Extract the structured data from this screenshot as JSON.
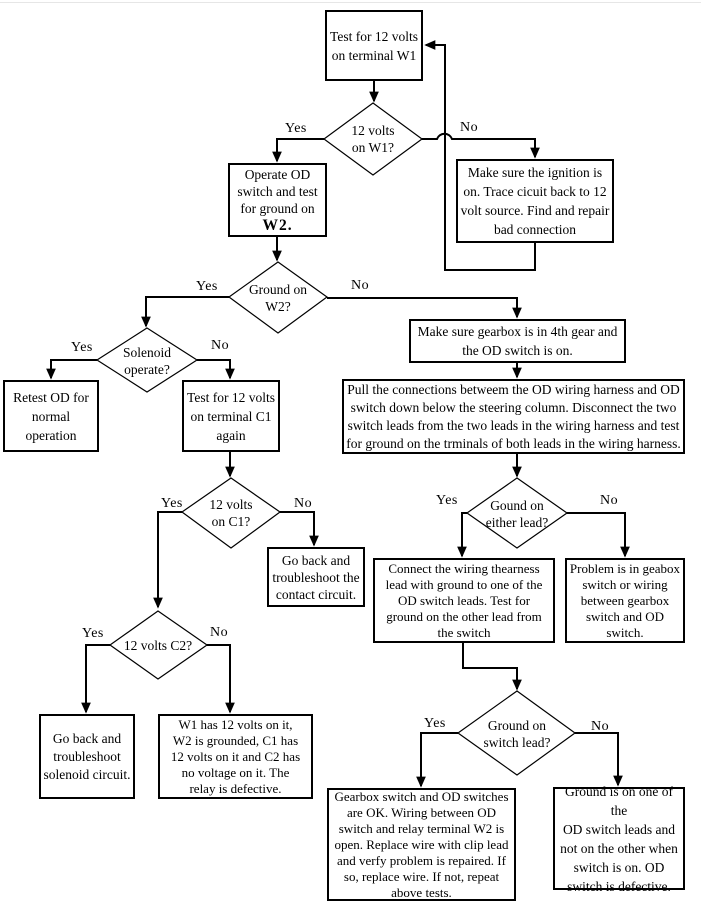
{
  "flowchart": {
    "colors": {
      "line": "#000000",
      "background": "#ffffff",
      "text": "#000000"
    },
    "nodes": {
      "test_w1": {
        "text": "Test for 12 volts\non terminal W1"
      },
      "d_12v_w1": {
        "text": "12 volts\non W1?"
      },
      "operate_od": {
        "text": "Operate OD\nswitch and test\nfor ground on",
        "emphasis": "W2."
      },
      "ignition": {
        "text": "Make sure the ignition is\non. Trace cicuit back to 12\nvolt source.  Find and repair\nbad connection"
      },
      "d_ground_w2": {
        "text": "Ground on\nW2?"
      },
      "d_solenoid": {
        "text": "Solenoid\noperate?"
      },
      "retest_od": {
        "text": "Retest OD for\nnormal\noperation"
      },
      "test_c1": {
        "text": "Test for 12 volts\non terminal C1\nagain"
      },
      "gearbox_4th": {
        "text": "Make sure gearbox is in 4th gear and\nthe OD switch is on."
      },
      "pull_connections": {
        "text": "Pull the connections betweem the OD wiring harness and OD\nswitch down below the steering column.  Disconnect the two\nswitch leads from the two leads in the wiring harness and test\nfor ground on the trminals of both leads in the wiring harness."
      },
      "d_12v_c1": {
        "text": "12 volts\non C1?"
      },
      "contact_circuit": {
        "text": "Go back and\ntroubleshoot the\ncontact circuit."
      },
      "d_ground_either": {
        "text": "Gound on\neither lead?"
      },
      "connect_harness": {
        "text": "Connect the wiring thearness\nlead with ground to one of the\nOD switch leads.  Test for\nground on the other lead from\nthe switch"
      },
      "problem_gearbox": {
        "text": "Problem is in geabox\nswitch or wiring\nbetween gearbox\nswitch and OD\nswitch."
      },
      "d_12v_c2": {
        "text": "12 volts C2?"
      },
      "solenoid_circuit": {
        "text": "Go back and\ntroubleshoot\nsolenoid circuit."
      },
      "relay_defective": {
        "text": "W1 has 12 volts on it,\nW2 is grounded, C1 has\n12 volts on it and C2 has\nno voltage on it.   The\nrelay is defective."
      },
      "d_ground_switch": {
        "text": "Ground on\nswitch lead?"
      },
      "gearbox_ok": {
        "text": "Gearbox switch and OD switches\nare OK. Wiring between OD\nswitch and relay terminal W2 is\nopen. Replace wire with clip lead\nand verfy problem is repaired.  If\nso, replace wire.  If not, repeat\nabove tests."
      },
      "od_defective": {
        "text": "Ground is on one of the\nOD switch leads and\nnot on the other when\nswitch is on.  OD\nswitch is defective."
      }
    },
    "edge_labels": {
      "w1_yes": "Yes",
      "w1_no": "No",
      "w2_yes": "Yes",
      "w2_no": "No",
      "solenoid_yes": "Yes",
      "solenoid_no": "No",
      "c1_yes": "Yes",
      "c1_no": "No",
      "c2_yes": "Yes",
      "c2_no": "No",
      "either_yes": "Yes",
      "either_no": "No",
      "switch_yes": "Yes",
      "switch_no": "No"
    }
  }
}
